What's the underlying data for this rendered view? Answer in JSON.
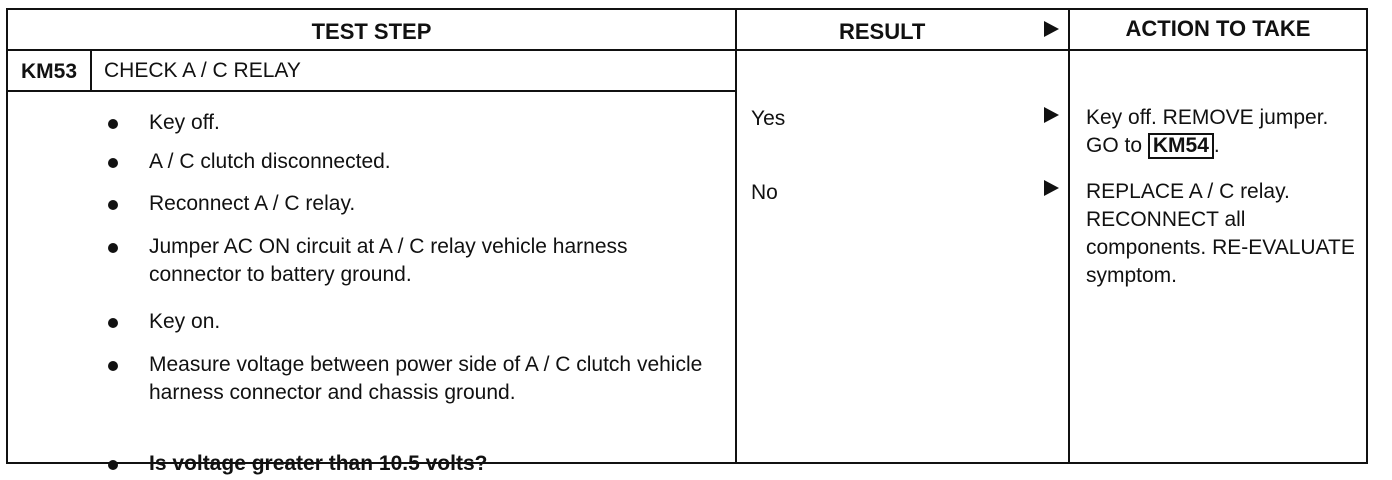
{
  "header": {
    "test_step": "TEST STEP",
    "result": "RESULT",
    "action": "ACTION TO TAKE"
  },
  "step": {
    "code": "KM53",
    "title": "CHECK A / C RELAY"
  },
  "bullets": [
    "Key off.",
    "A / C clutch disconnected.",
    "Reconnect A / C relay.",
    "Jumper AC ON circuit at A / C relay vehicle harness connector to battery ground.",
    "Key on.",
    "Measure voltage between power side of A / C clutch vehicle harness connector and chassis ground.",
    "Is voltage greater than 10.5 volts?"
  ],
  "results": [
    {
      "label": "Yes",
      "action_pre": "Key off. REMOVE jumper. GO to ",
      "action_ref": "KM54",
      "action_post": "."
    },
    {
      "label": "No",
      "action": "REPLACE A / C relay. RECONNECT all components. RE-EVALUATE symptom."
    }
  ]
}
